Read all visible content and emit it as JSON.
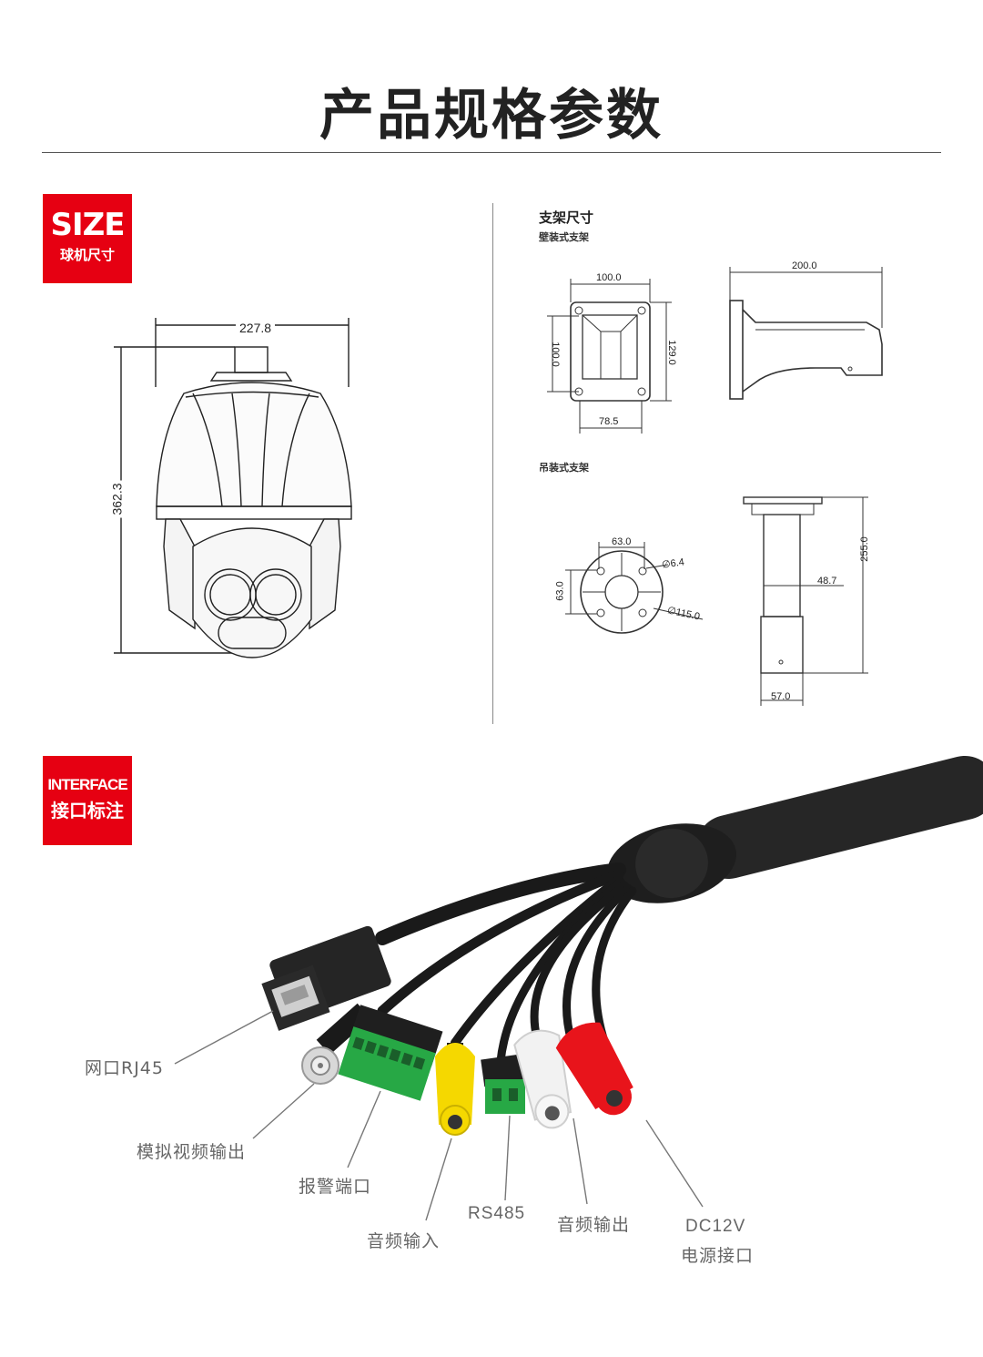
{
  "header": {
    "title": "产品规格参数"
  },
  "size_badge": {
    "big": "SIZE",
    "small": "球机尺寸"
  },
  "interface_badge": {
    "big": "INTERFACE",
    "small": "接口标注"
  },
  "dome": {
    "width": "227.8",
    "height": "362.3"
  },
  "bracket": {
    "title": "支架尺寸",
    "wall_label": "壁装式支架",
    "wall_top": "100.0",
    "wall_left": "100.0",
    "wall_right": "129.0",
    "wall_bottom": "78.5",
    "wall_side_width": "200.0",
    "pendant_label": "吊装式支架",
    "pendant_top": "63.0",
    "pendant_left": "63.0",
    "pendant_hole": "∅6.4",
    "pendant_diameter": "∅115.0",
    "pendant_height": "255.0",
    "pendant_pipe": "48.7",
    "pendant_base": "57.0"
  },
  "interfaces": {
    "rj45": "网口RJ45",
    "video_out": "模拟视频输出",
    "alarm": "报警端口",
    "audio_in": "音频输入",
    "rs485": "RS485",
    "audio_out": "音频输出",
    "dc_line1": "DC12V",
    "dc_line2": "电源接口"
  },
  "colors": {
    "accent": "#e60012",
    "yellow": "#f5d800",
    "white_plug": "#f2f2f2",
    "red_plug": "#e8141b",
    "green_terminal": "#27a845"
  }
}
